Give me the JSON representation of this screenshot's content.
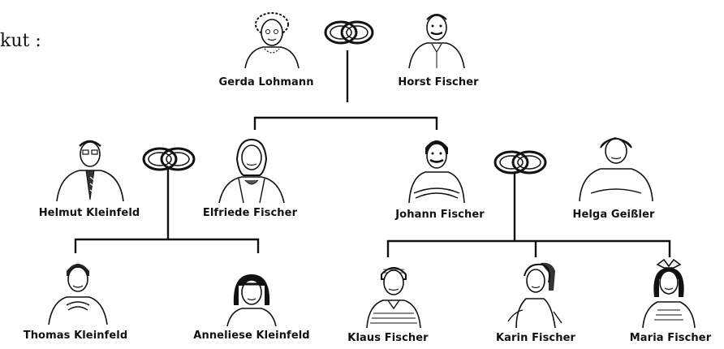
{
  "corner_text": "kut :",
  "generation_1": {
    "left": {
      "name": "Gerda Lohmann"
    },
    "right": {
      "name": "Horst Fischer"
    }
  },
  "generation_2": {
    "helmut": {
      "name": "Helmut Kleinfeld"
    },
    "elfriede": {
      "name": "Elfriede Fischer"
    },
    "johann": {
      "name": "Johann Fischer"
    },
    "helga": {
      "name": "Helga Geißler"
    }
  },
  "generation_3": {
    "thomas": {
      "name": "Thomas Kleinfeld"
    },
    "anneliese": {
      "name": "Anneliese Kleinfeld"
    },
    "klaus": {
      "name": "Klaus Fischer"
    },
    "karin": {
      "name": "Karin Fischer"
    },
    "maria": {
      "name": "Maria Fischer"
    }
  }
}
